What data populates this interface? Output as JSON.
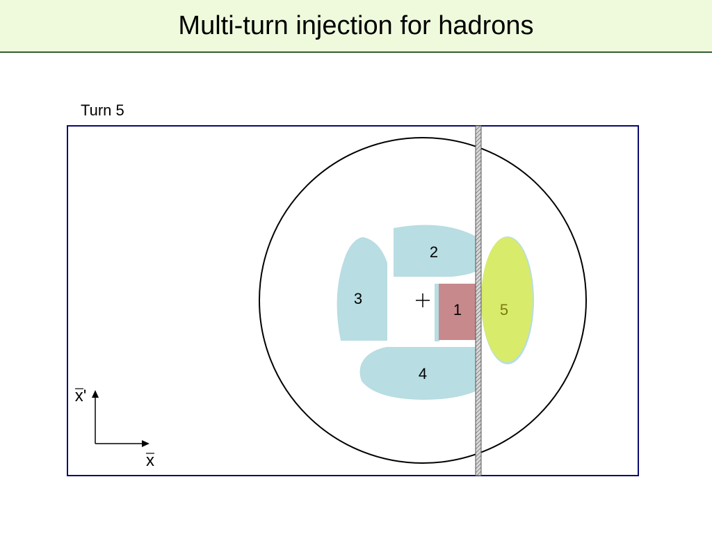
{
  "slide": {
    "title": "Multi-turn injection for hadrons",
    "turn_label": "Turn 5"
  },
  "diagram": {
    "beamlets": {
      "b1": "1",
      "b2": "2",
      "b3": "3",
      "b4": "4",
      "b5": "5"
    },
    "axes": {
      "x_label": "x",
      "xprime_label": "x'"
    },
    "colors": {
      "title_bg": "#eefadb",
      "frame": "#0a0a6e",
      "beamlet_fill": "#b8dde2",
      "injected_beam": "#c8898c",
      "new_beam": "#d8eb6b",
      "new_beam_label": "#7a7a10",
      "septum": "#8c8c8c"
    },
    "icons": {
      "center_marker": "plus-icon"
    }
  }
}
